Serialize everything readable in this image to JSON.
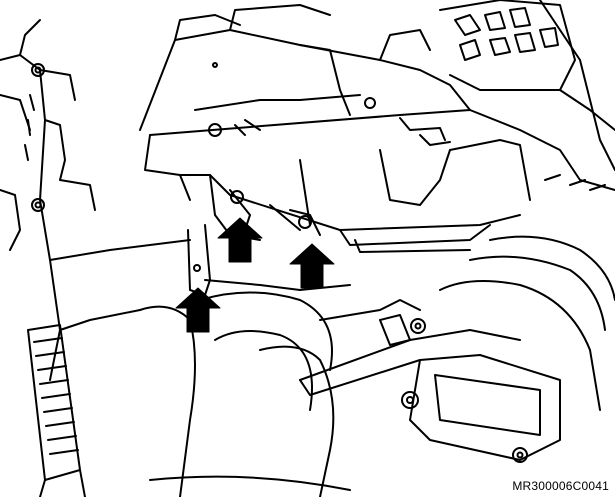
{
  "figure": {
    "reference_code": "MR300006C0041",
    "callouts": [
      {
        "kind": "arrow",
        "direction": "up"
      },
      {
        "kind": "arrow",
        "direction": "up"
      },
      {
        "kind": "arrow",
        "direction": "up"
      }
    ],
    "colors": {
      "line": "#000000",
      "background": "#ffffff",
      "arrow_fill": "#000000"
    }
  }
}
